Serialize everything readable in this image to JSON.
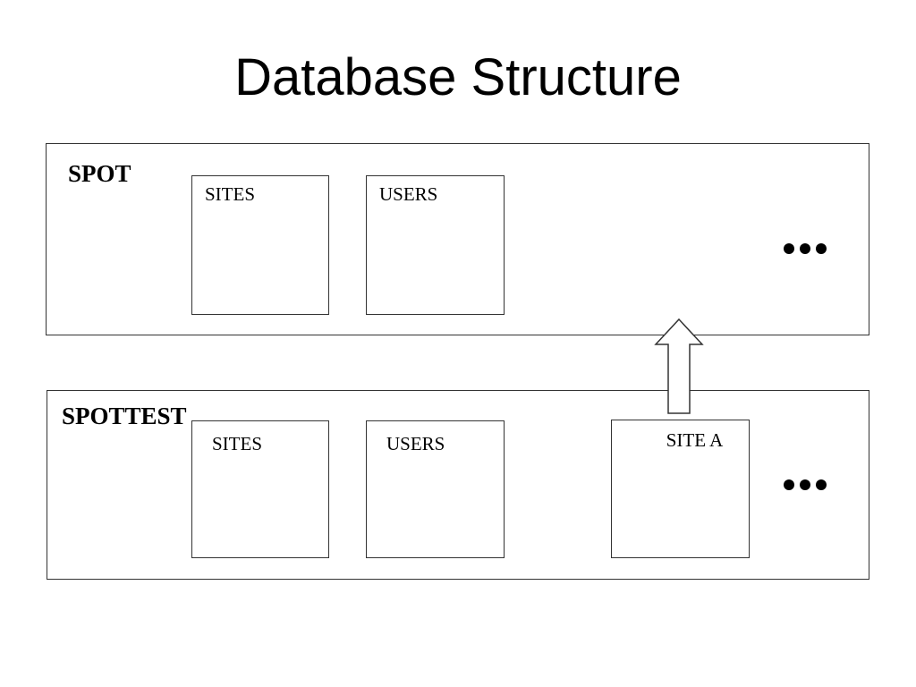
{
  "title": "Database Structure",
  "colors": {
    "background": "#ffffff",
    "line": "#333333",
    "text": "#000000"
  },
  "spot": {
    "label": "SPOT",
    "tables": {
      "sites": "SITES",
      "users": "USERS"
    },
    "ellipsis": "•••"
  },
  "spottest": {
    "label": "SPOTTEST",
    "tables": {
      "sites": "SITES",
      "users": "USERS",
      "site_a": "SITE A"
    },
    "ellipsis": "•••"
  },
  "arrow": {
    "icon": "block-arrow-up",
    "direction": "up",
    "from": "SPOTTEST",
    "to": "SPOT"
  }
}
